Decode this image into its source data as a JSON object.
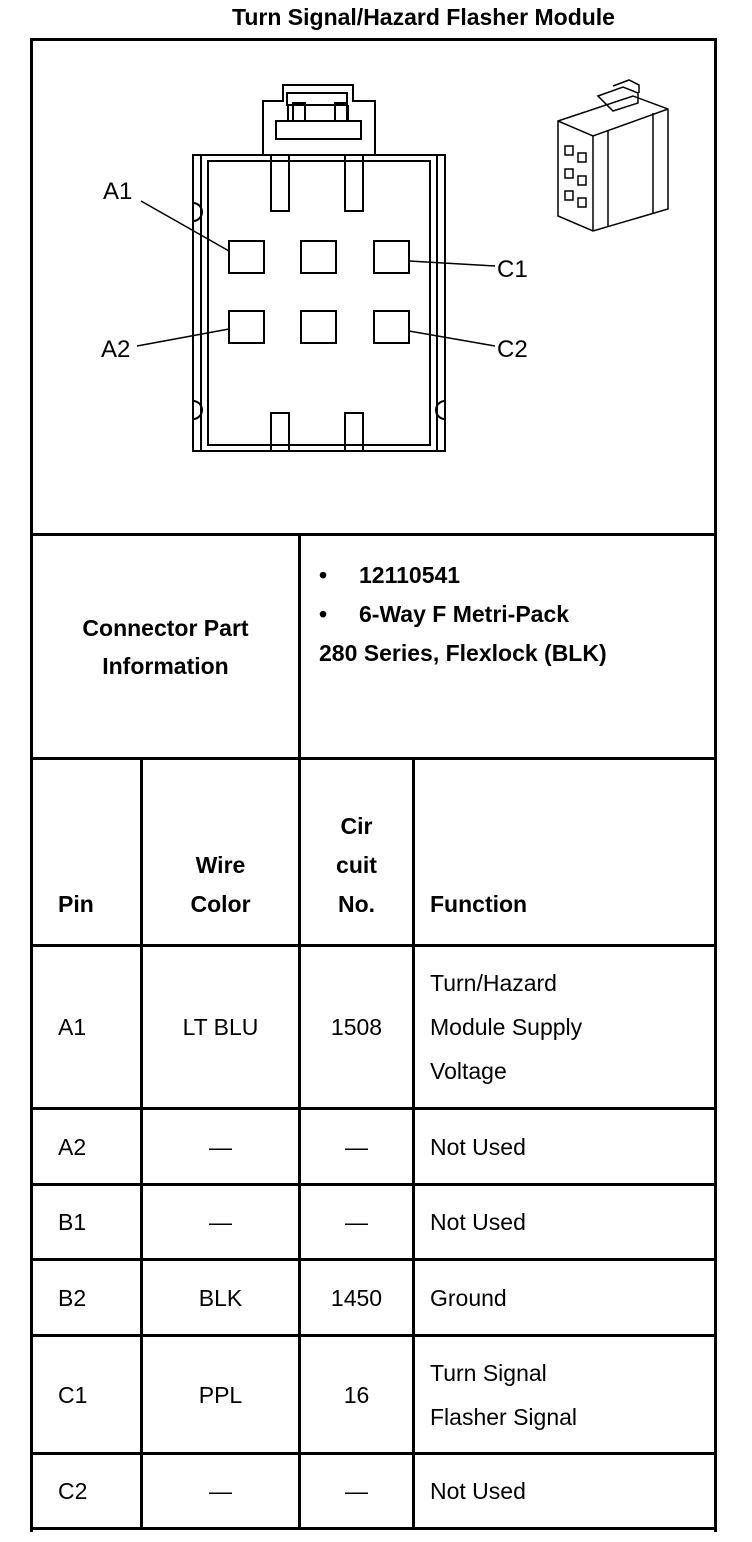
{
  "title": "Turn Signal/Hazard Flasher Module",
  "diagram": {
    "labels": [
      "A1",
      "A2",
      "C1",
      "C2"
    ]
  },
  "connector_info": {
    "label_line1": "Connector Part",
    "label_line2": "Information",
    "bullet_glyph": "•",
    "part_number": "12110541",
    "description_line1": "6-Way F Metri-Pack",
    "description_line2": "280 Series, Flexlock (BLK)"
  },
  "table": {
    "headers": {
      "pin": "Pin",
      "wire_line1": "Wire",
      "wire_line2": "Color",
      "circuit_line1": "Cir",
      "circuit_line2": "cuit",
      "circuit_line3": "No.",
      "function": "Function"
    },
    "rows": [
      {
        "pin": "A1",
        "wire": "LT BLU",
        "circuit": "1508",
        "function_lines": [
          "Turn/Hazard",
          "Module Supply",
          "Voltage"
        ]
      },
      {
        "pin": "A2",
        "wire": "—",
        "circuit": "—",
        "function_lines": [
          "Not Used"
        ]
      },
      {
        "pin": "B1",
        "wire": "—",
        "circuit": "—",
        "function_lines": [
          "Not Used"
        ]
      },
      {
        "pin": "B2",
        "wire": "BLK",
        "circuit": "1450",
        "function_lines": [
          "Ground"
        ]
      },
      {
        "pin": "C1",
        "wire": "PPL",
        "circuit": "16",
        "function_lines": [
          "Turn Signal",
          "Flasher Signal"
        ]
      },
      {
        "pin": "C2",
        "wire": "—",
        "circuit": "—",
        "function_lines": [
          "Not Used"
        ]
      }
    ]
  }
}
